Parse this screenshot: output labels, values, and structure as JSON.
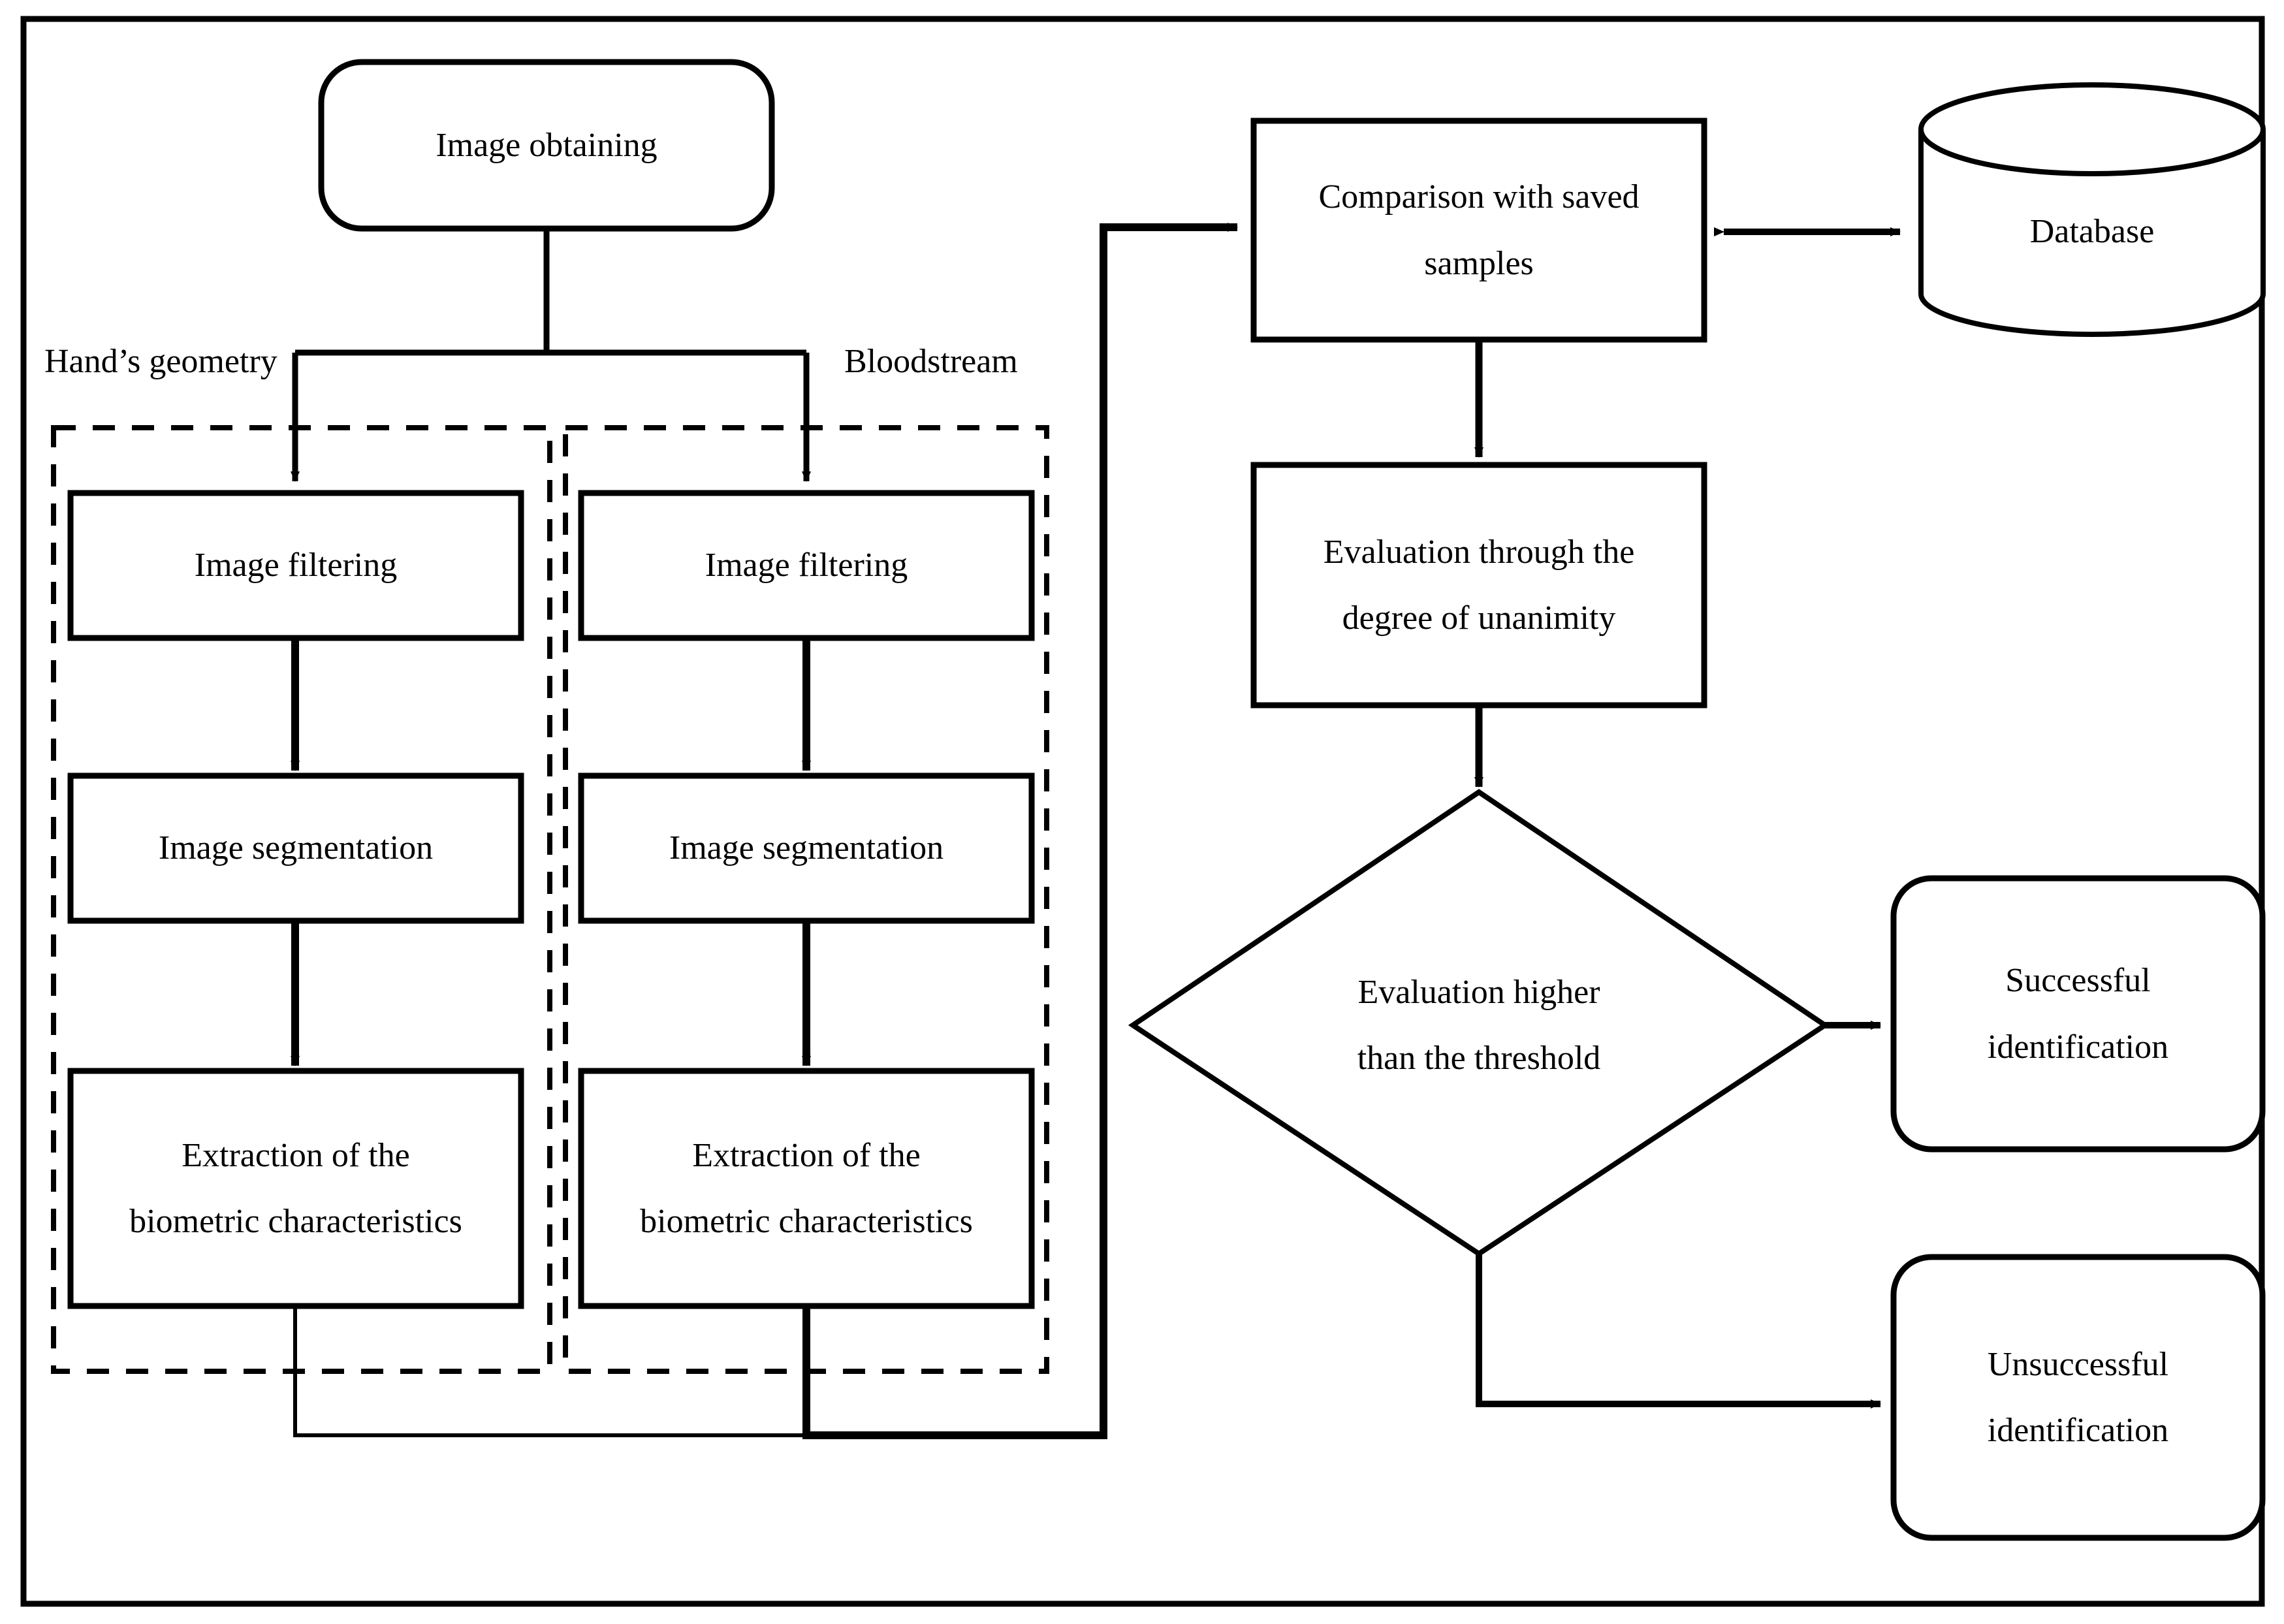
{
  "diagram": {
    "type": "flowchart",
    "title": "Biometric identification process flowchart",
    "colors": {
      "stroke": "#000000",
      "fill": "#ffffff",
      "background": "#ffffff"
    },
    "nodes": {
      "image_obtaining": {
        "label": "Image obtaining",
        "shape": "rounded-rectangle"
      },
      "left_filtering": {
        "label": "Image filtering",
        "shape": "rectangle"
      },
      "left_segmentation": {
        "label": "Image segmentation",
        "shape": "rectangle"
      },
      "left_extraction": {
        "label": "Extraction of the\nbiometric characteristics",
        "shape": "rectangle"
      },
      "right_filtering": {
        "label": "Image filtering",
        "shape": "rectangle"
      },
      "right_segmentation": {
        "label": "Image segmentation",
        "shape": "rectangle"
      },
      "right_extraction": {
        "label": "Extraction of the\nbiometric characteristics",
        "shape": "rectangle"
      },
      "comparison": {
        "label": "Comparison with saved\nsamples",
        "shape": "rectangle"
      },
      "database": {
        "label": "Database",
        "shape": "cylinder"
      },
      "evaluation": {
        "label": "Evaluation through the\ndegree of unanimity",
        "shape": "rectangle"
      },
      "decision": {
        "label": "Evaluation higher\nthan the threshold",
        "shape": "diamond"
      },
      "successful": {
        "label": "Successful\nidentification",
        "shape": "rounded-rectangle"
      },
      "unsuccessful": {
        "label": "Unsuccessful\nidentification",
        "shape": "rounded-rectangle"
      }
    },
    "branch_labels": {
      "left": "Hand’s geometry",
      "right": "Bloodstream"
    },
    "groups": {
      "left_group": {
        "style": "dashed"
      },
      "right_group": {
        "style": "dashed"
      }
    }
  }
}
